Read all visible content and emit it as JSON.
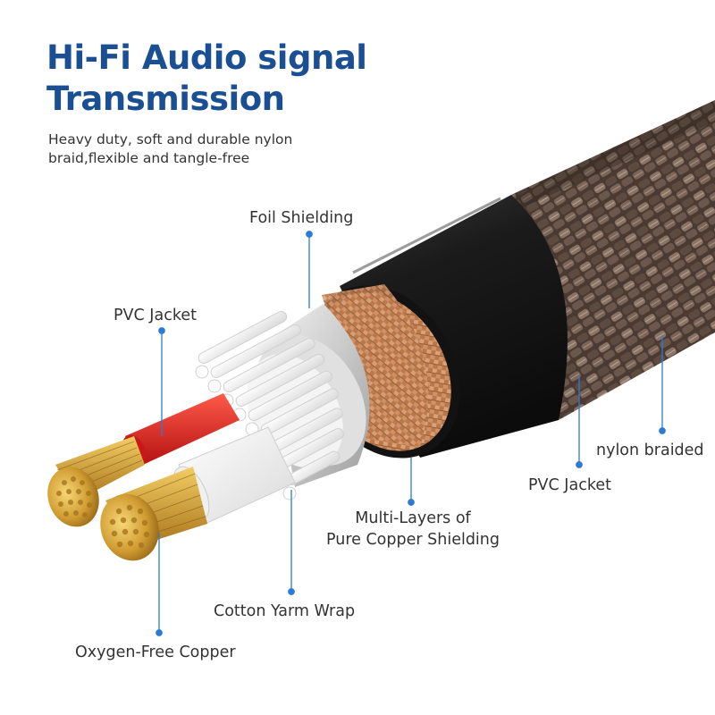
{
  "header": {
    "title_line1": "Hi-Fi Audio signal",
    "title_line2": "Transmission",
    "subtitle_line1": "Heavy duty, soft and durable nylon",
    "subtitle_line2": "braid,flexible and tangle-free"
  },
  "labels": {
    "foil_shielding": "Foil Shielding",
    "pvc_jacket_inner": "PVC Jacket",
    "nylon_braided": "nylon braided",
    "pvc_jacket_outer": "PVC Jacket",
    "copper_shielding_line1": "Multi-Layers of",
    "copper_shielding_line2": "Pure Copper Shielding",
    "cotton_wrap": "Cotton Yarm Wrap",
    "oxygen_free_copper": "Oxygen-Free Copper"
  },
  "colors": {
    "title": "#1b4f93",
    "leader": "#2b7bd6",
    "text": "#333333",
    "braid": "#5a4a40",
    "jacket": "#1a1a1a",
    "copper": "#c98a55",
    "red_insulation": "#d62020",
    "gold_strands": "#d8a93c"
  }
}
